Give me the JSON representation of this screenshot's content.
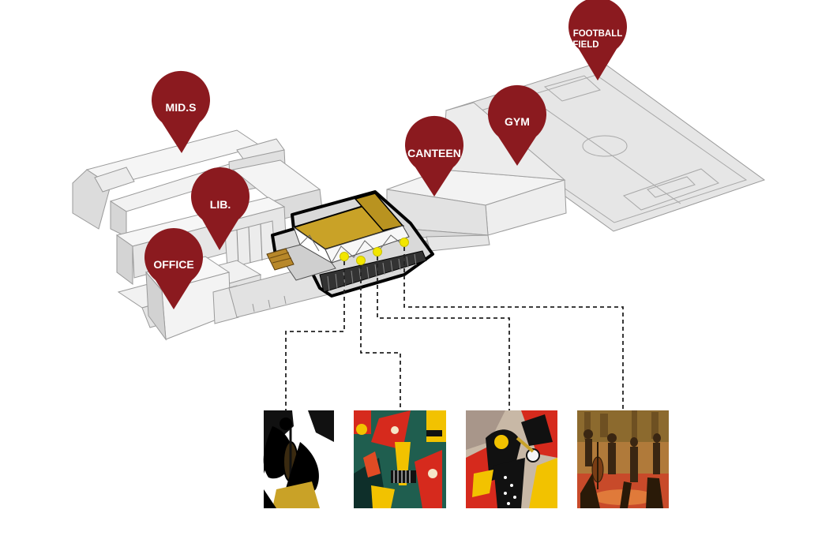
{
  "colors": {
    "pin": "#8b1a1f",
    "building_light": "#e4e4e4",
    "building_mid": "#d0d0d0",
    "building_white": "#f7f7f7",
    "outline": "#9a9a9a",
    "accent_roof": "#c9a227",
    "spotlight": "#f2e600",
    "leader": "#222222"
  },
  "pins": [
    {
      "id": "mids",
      "label": "MID.S"
    },
    {
      "id": "lib",
      "label": "LIB."
    },
    {
      "id": "office",
      "label": "OFFICE"
    },
    {
      "id": "canteen",
      "label": "CANTEEN"
    },
    {
      "id": "gym",
      "label": "GYM"
    },
    {
      "id": "football",
      "label_line1": "FOOTBALL",
      "label_line2": "FIELD"
    }
  ],
  "artworks": [
    {
      "id": "cello-player",
      "description_icon": "jazz-cellist-art"
    },
    {
      "id": "geometric-band",
      "description_icon": "abstract-band-art"
    },
    {
      "id": "trumpet-singer",
      "description_icon": "jazz-trumpet-art"
    },
    {
      "id": "street-musicians",
      "description_icon": "jazz-street-band-art"
    }
  ]
}
